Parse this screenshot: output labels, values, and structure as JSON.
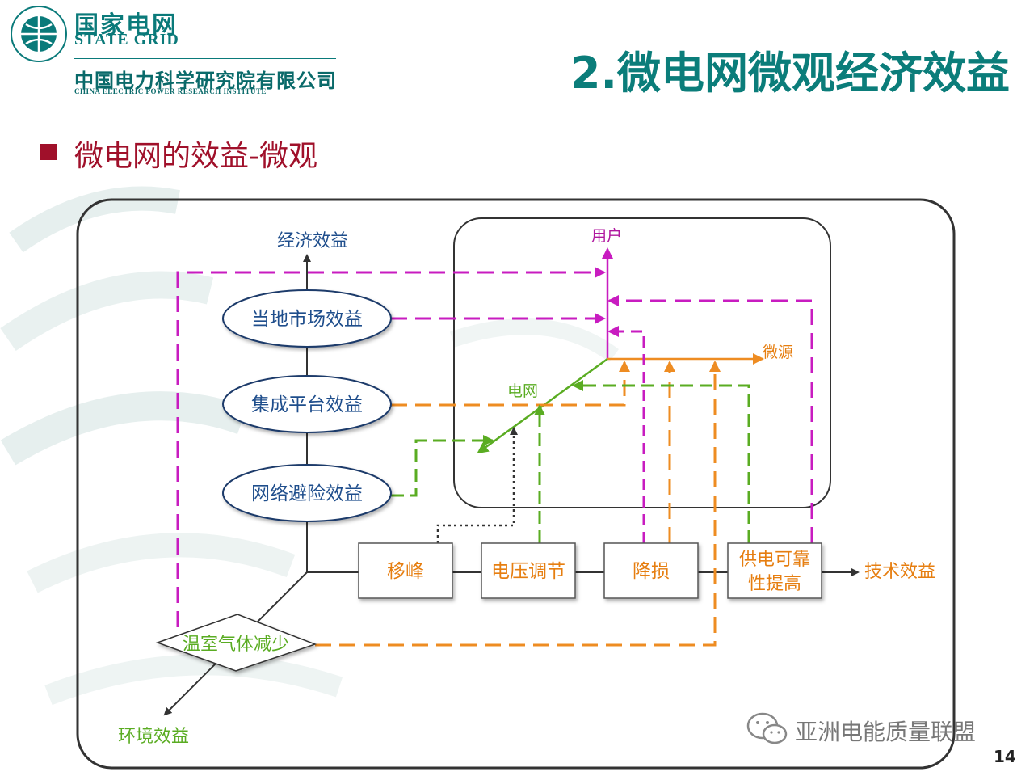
{
  "header": {
    "logo_cn": "国家电网",
    "logo_en": "STATE GRID",
    "institute_cn": "中国电力科学研究院有限公司",
    "institute_en": "CHINA ELECTRIC POWER RESEARCH INSTITUTE",
    "page_title": "2.微电网微观经济效益"
  },
  "subtitle": "微电网的效益-微观",
  "diagram": {
    "economic_label": "经济效益",
    "ellipses": [
      "当地市场效益",
      "集成平台效益",
      "网络避险效益"
    ],
    "user_label": "用户",
    "microsource_label": "微源",
    "grid_label": "电网",
    "boxes": [
      "移峰",
      "电压调节",
      "降损",
      "供电可靠",
      "性提高"
    ],
    "tech_label": "技术效益",
    "greenhouse_label": "温室气体减少",
    "env_label": "环境效益"
  },
  "colors": {
    "teal": "#0b7d7a",
    "magenta": "#c81cc0",
    "orange": "#ee8c22",
    "green": "#5aac22",
    "blue_text": "#1f4e8c",
    "orange_text": "#e67e10",
    "green_text": "#5aac22",
    "magenta_text": "#b0189f"
  },
  "watermark": "亚洲电能质量联盟",
  "page_number": "14"
}
